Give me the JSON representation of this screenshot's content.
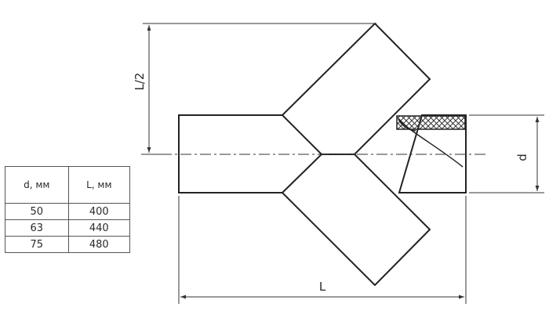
{
  "diagram": {
    "dim_half_length_label": "L/2",
    "dim_diameter_label": "d",
    "dim_length_label": "L"
  },
  "spec_table": {
    "headers": [
      "d, мм",
      "L, мм"
    ],
    "rows": [
      [
        "50",
        "400"
      ],
      [
        "63",
        "440"
      ],
      [
        "75",
        "480"
      ]
    ]
  }
}
